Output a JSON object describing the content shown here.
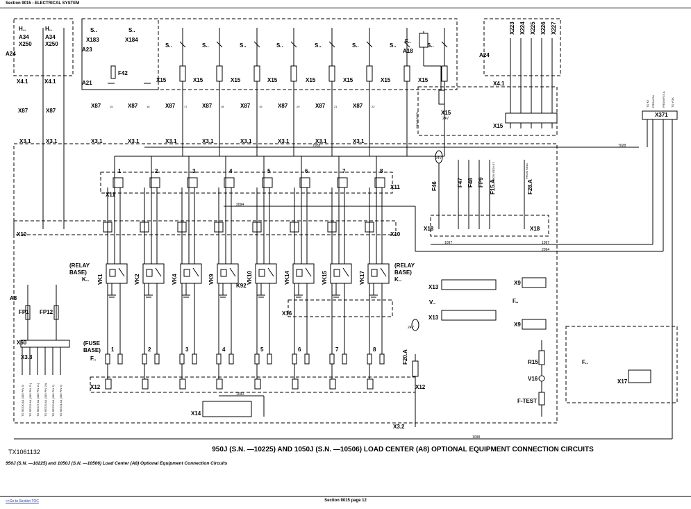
{
  "header": {
    "section": "Section 9015 - ELECTRICAL SYSTEM"
  },
  "footer": {
    "toc_link": "<<Go to Section TOC",
    "page": "Section 9015 page 12"
  },
  "figure_id": "TX1061132",
  "title": "950J (S.N. —10225) AND 1050J (S.N. —10506) LOAD CENTER (A8) OPTIONAL EQUIPMENT CONNECTION CIRCUITS",
  "caption": "950J (S.N. —10225) and 1050J (S.N. —10506) Load Center (A8) Optional Equipment Connection Circuits",
  "labels": {
    "a34": "A34",
    "x250": "X250",
    "a24": "A24",
    "a23": "A23",
    "a21": "A21",
    "f42": "F42",
    "x183": "X183",
    "x184": "X184",
    "s": "S..",
    "h": "H..",
    "a18": "A18",
    "f": "F..",
    "x15": "X15",
    "x15_24v": "24V",
    "x41": "X4.1",
    "x87": "X87",
    "x31": "X3.1",
    "x11": "X11",
    "x10": "X10",
    "x18": "X18",
    "x16": "X16",
    "x13": "X13",
    "x9": "X9",
    "x12": "X12",
    "x14": "X14",
    "x60": "X60",
    "x33": "X3.3",
    "x32": "X3.2",
    "x371": "X371",
    "x17": "X17",
    "a8": "A8",
    "fp1": "FP1",
    "fp12": "FP12",
    "f46": "F46",
    "f47": "F47",
    "f48": "F48",
    "fp9": "FP9",
    "f15a": "F15.A",
    "f28a": "F28.A",
    "f20a": "F20.A",
    "r15": "R15",
    "v16": "V16",
    "ftest": "F-TEST",
    "v": "V..",
    "k": "K..",
    "k92": "K92",
    "relay_base": "(RELAY",
    "relay_base2": "BASE)",
    "fuse_base": "(FUSE",
    "fuse_base2": "BASE)",
    "v24": "24V",
    "x223": "X223",
    "x224": "X224",
    "x225": "X225",
    "x226": "X226",
    "x227": "X227",
    "w7028": "7028",
    "w2094": "2094",
    "w1097": "1097",
    "w1090": "1090",
    "w1098": "1098",
    "from_s4": "FROM S4",
    "from_f15a": "FROM F15.A",
    "to_k7": "TO K7",
    "to_ygk": "TO YGK",
    "from_se26": "FROM SE26.K7",
    "from_se44": "FROM SE44",
    "from_s8674": "FROM S8674"
  },
  "relays": [
    "VK1",
    "VK2",
    "VK4",
    "VK9",
    "VK10",
    "VK14",
    "VK15",
    "VK17"
  ],
  "channels": [
    "1",
    "2",
    "3",
    "4",
    "5",
    "6",
    "7",
    "8"
  ],
  "x87_pins": [
    "15",
    "16",
    "17",
    "18",
    "19",
    "20",
    "21",
    "22"
  ],
  "x60_notes": [
    "TO SE230 A1 (300 PIN 3)",
    "TO SE226 A1 (300 PIN 21)",
    "TO SE227 A1 (300 PIN 21)",
    "TO SE229 A1 (300 PIN 20)",
    "TO SE220 A1 (300 PIN 2)",
    "TO SE231 A1 (300 PIN 5)"
  ]
}
